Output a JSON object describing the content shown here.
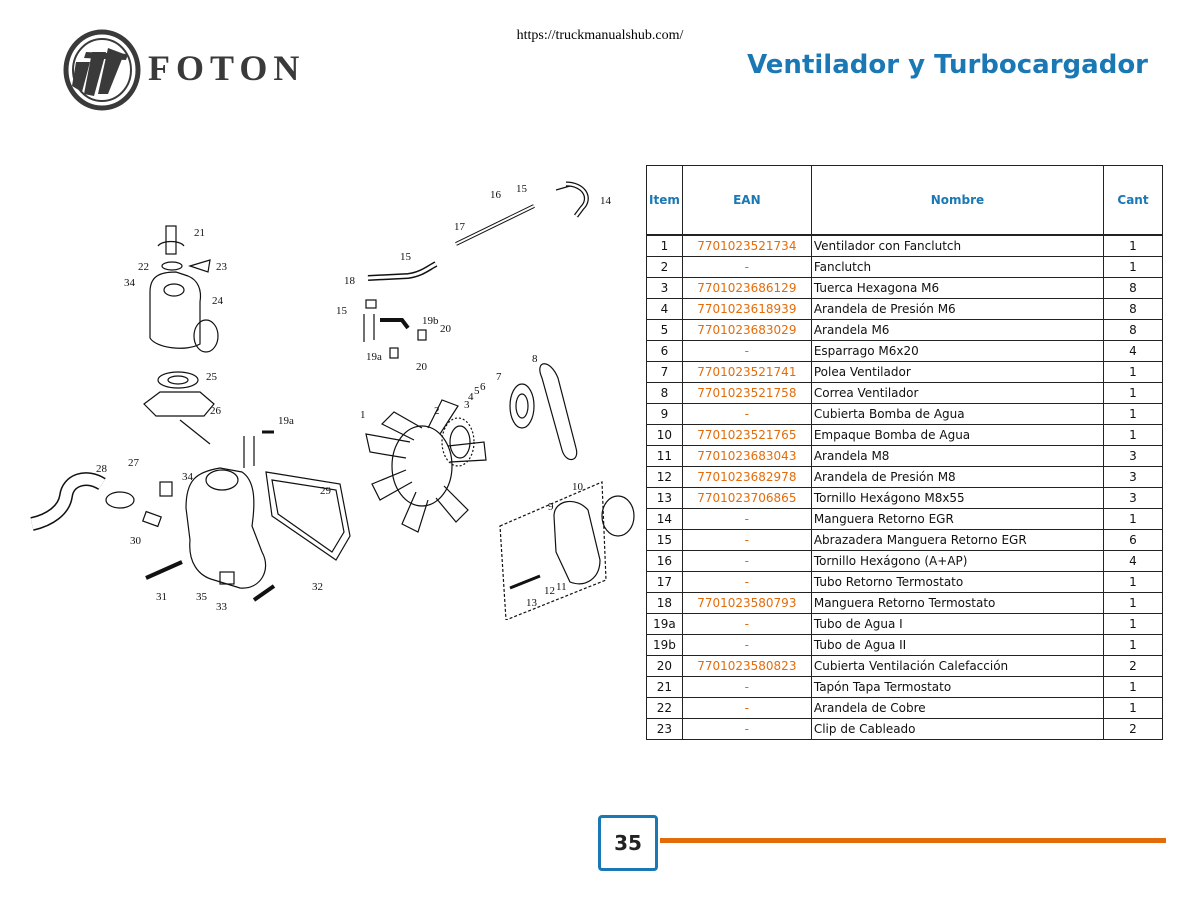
{
  "header": {
    "url": "https://truckmanualshub.com/",
    "brand": "FOTON",
    "title": "Ventilador y Turbocargador"
  },
  "colors": {
    "accent_blue": "#1a78b4",
    "accent_orange": "#e36c0a"
  },
  "table": {
    "headers": {
      "item": "Item",
      "ean": "EAN",
      "name": "Nombre",
      "qty": "Cant"
    },
    "rows": [
      {
        "item": "1",
        "ean": "7701023521734",
        "name": "Ventilador con Fanclutch",
        "qty": "1"
      },
      {
        "item": "2",
        "ean": "-",
        "name": "Fanclutch",
        "qty": "1"
      },
      {
        "item": "3",
        "ean": "7701023686129",
        "name": "Tuerca Hexagona M6",
        "qty": "8"
      },
      {
        "item": "4",
        "ean": "7701023618939",
        "name": "Arandela de Presión M6",
        "qty": "8"
      },
      {
        "item": "5",
        "ean": "7701023683029",
        "name": "Arandela M6",
        "qty": "8"
      },
      {
        "item": "6",
        "ean": "-",
        "name": "Esparrago M6x20",
        "qty": "4"
      },
      {
        "item": "7",
        "ean": "7701023521741",
        "name": "Polea Ventilador",
        "qty": "1"
      },
      {
        "item": "8",
        "ean": "7701023521758",
        "name": "Correa Ventilador",
        "qty": "1"
      },
      {
        "item": "9",
        "ean": "-",
        "name": "Cubierta Bomba de Agua",
        "qty": "1"
      },
      {
        "item": "10",
        "ean": "7701023521765",
        "name": "Empaque Bomba de Agua",
        "qty": "1"
      },
      {
        "item": "11",
        "ean": "7701023683043",
        "name": "Arandela M8",
        "qty": "3"
      },
      {
        "item": "12",
        "ean": "7701023682978",
        "name": "Arandela de Presión M8",
        "qty": "3"
      },
      {
        "item": "13",
        "ean": "7701023706865",
        "name": "Tornillo Hexágono M8x55",
        "qty": "3"
      },
      {
        "item": "14",
        "ean": "-",
        "name": "Manguera Retorno EGR",
        "qty": "1"
      },
      {
        "item": "15",
        "ean": "-",
        "name": "Abrazadera Manguera Retorno EGR",
        "qty": "6"
      },
      {
        "item": "16",
        "ean": "-",
        "name": "Tornillo Hexágono (A+AP)",
        "qty": "4"
      },
      {
        "item": "17",
        "ean": "-",
        "name": "Tubo Retorno Termostato",
        "qty": "1"
      },
      {
        "item": "18",
        "ean": "7701023580793",
        "name": "Manguera Retorno Termostato",
        "qty": "1"
      },
      {
        "item": "19a",
        "ean": "-",
        "name": "Tubo de Agua I",
        "qty": "1"
      },
      {
        "item": "19b",
        "ean": "-",
        "name": "Tubo de Agua II",
        "qty": "1"
      },
      {
        "item": "20",
        "ean": "7701023580823",
        "name": "Cubierta Ventilación Calefacción",
        "qty": "2"
      },
      {
        "item": "21",
        "ean": "-",
        "name": "Tapón Tapa Termostato",
        "qty": "1"
      },
      {
        "item": "22",
        "ean": "-",
        "name": "Arandela de Cobre",
        "qty": "1"
      },
      {
        "item": "23",
        "ean": "-",
        "name": "Clip de Cableado",
        "qty": "2"
      }
    ]
  },
  "diagram": {
    "callouts": [
      "1",
      "2",
      "3",
      "4",
      "5",
      "6",
      "7",
      "8",
      "9",
      "10",
      "11",
      "12",
      "13",
      "14",
      "15",
      "15",
      "15",
      "16",
      "17",
      "18",
      "19a",
      "19a",
      "19b",
      "20",
      "20",
      "21",
      "22",
      "23",
      "24",
      "25",
      "26",
      "27",
      "28",
      "29",
      "30",
      "31",
      "32",
      "33",
      "34",
      "34",
      "35"
    ]
  },
  "footer": {
    "page_number": "35"
  }
}
